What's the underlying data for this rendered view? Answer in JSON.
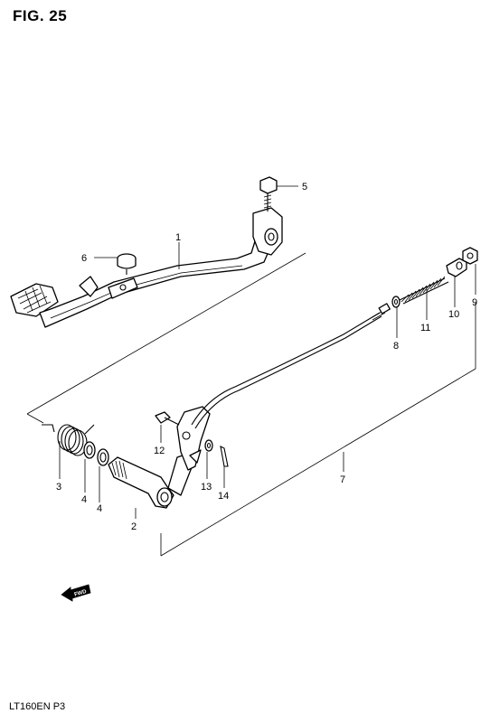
{
  "figure": {
    "title": "FIG. 25",
    "model_code": "LT160EN P3",
    "fwd_label": "FWD"
  },
  "callouts": [
    {
      "id": "1",
      "part": "brake-pedal"
    },
    {
      "id": "2",
      "part": "pedal-shaft"
    },
    {
      "id": "3",
      "part": "return-spring"
    },
    {
      "id": "4",
      "part": "washer"
    },
    {
      "id": "4",
      "part": "washer"
    },
    {
      "id": "5",
      "part": "bolt"
    },
    {
      "id": "6",
      "part": "stopper-cushion"
    },
    {
      "id": "7",
      "part": "brake-cable-assembly"
    },
    {
      "id": "8",
      "part": "washer"
    },
    {
      "id": "9",
      "part": "nut"
    },
    {
      "id": "10",
      "part": "joint"
    },
    {
      "id": "11",
      "part": "spring"
    },
    {
      "id": "12",
      "part": "bolt"
    },
    {
      "id": "13",
      "part": "washer"
    },
    {
      "id": "14",
      "part": "cotter-pin"
    }
  ]
}
